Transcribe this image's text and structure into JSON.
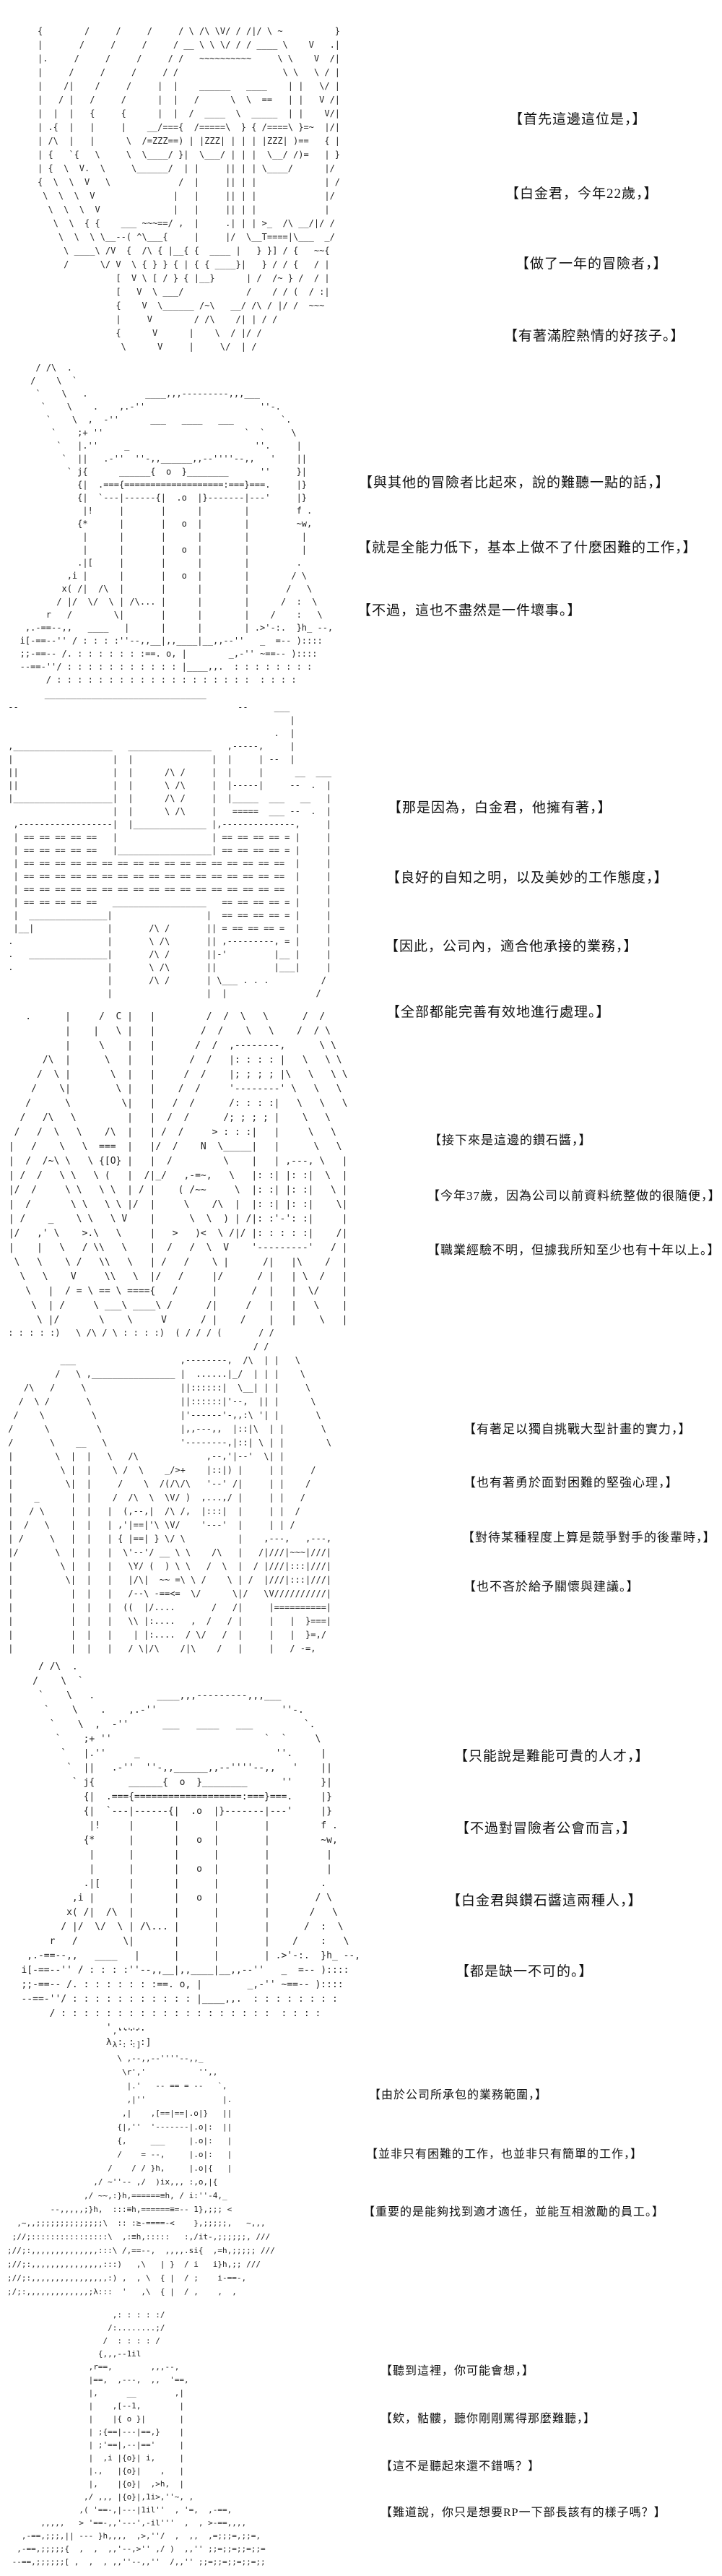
{
  "page": {
    "background": "#ffffff",
    "ink": "#232323",
    "caption_color": "#111111"
  },
  "panels": [
    {
      "name": "platinum-kun-portrait",
      "art": "{        /     /     /     / \\ /\\ \\V/ / /|/ \\ ~          }\n|       /     /     /     / __ \\ \\ \\/ / / ____ \\    V   .|\n|.     /     /     /     / /   ~~~~~~~~~~     \\ \\    V  /|\n|     /     /     /     / /                    \\ \\   \\ / |\n|    /|    /     /     |  |    ______   ____    | |   \\/ |\n|   / |   /     /      |  |   /      \\  \\  ==   | |   V /|\n|  |  |   {     {      |  |  /  ____  \\  _____  | |    V/|\n| .{  |   |     |    __/==={  /=====\\  } { /====\\ }=~  |/|\n| /\\  |   |      \\  /=ZZZ==) | |ZZZ| | | | |ZZZ| )==   { |\n| {   `{   \\     \\  \\____/ }|  \\___/ | | |  \\__/ /)=   | }\n| {  \\  V.  \\     \\______/  | |     || | | \\____/      |/\n{  \\  \\  V   \\             /  |     || | |             | /\n \\  \\  \\  V               |   |     || | |             |/\n  \\  \\  \\  V              |   |     || | |             |\n   \\  \\  { {    ___ ~~~==/ ,  |     .| | | >_  /\\ __/|/ /\n    \\  \\  \\ \\__--( ^\\___{     |     |/  \\__T====|\\___  _/\n     \\ ____\\ /V  {  /\\ { |__{ {  ____ |   } }] / {   ~~{\n     /      \\/ V  \\ { } } { | { { ____}|   } / / {   / |\n               [  V \\ [ / } { |__}      | /  /~ } /  / |\n               [   V  \\ ___/            /    / / (  / :|\n               {    V  \\______ /~\\   __/ /\\ / |/ /  ~~~\n               |     V        / /\\    /| | / /\n               {      V      |    \\  / |/ /\n                \\      V     |     \\/  | /",
      "captions": [
        "【首先這邊這位是，】",
        "【白金君，今年22歲，】",
        "【做了一年的冒險者，】",
        "【有著滿腔熱情的好孩子。】"
      ]
    },
    {
      "name": "crusader-helmet",
      "art": "      / /\\  .\n     /    \\  `\n      `    \\   .           ____,,,---------,,,___\n       `    \\    .    ,.-''                      ''-.\n        `    \\  ,  -''      ___   ____   ___         `.\n         `    ;+ ''                           `  `     \\\n          `   |.''     _                        ''.     |\n           `  ||   .-''  ''-,,______,,--''''--,,   '    ||\n            ` j{      ______{  o  }________      ''     }|\n              {|  .==={===================:===}===.     |}\n              {|  `---|------{|  .o  |}-------|---'     |}\n               |!     |       |      |        |         f .\n              {*      |       |   o  |        |         ~w,\n               |      |       |      |        |          |\n               |      |       |   o  |        |          |\n              .|[     |       |      |        |         .\n            ,i |      |       |   o  |        |        / \\\n           x( /|  /\\  |       |      |        |       /   \\\n          / |/  \\/  \\ | /\\... |      |        |      /  :  \\\n        r   /        \\|       |      |        |    /    :   \\\n    ,.-==--,,   ____   |      |      |        | .>'-:.  }h_ --,\n   i[-==--'' / : : : :''--,,__|,,____|__,,--''   _  =-- )::::\n   ;;-==-- /. : : : : : : :==. o, |        _,-'' ~==-- )::::\n   --==-''/ : : : : : : : : : : : |____,,.  : : : : : : : :\n        / : : : : : : : : : : : : : : : : : : :  : : : :",
      "captions": [
        "【與其他的冒險者比起來，說的難聽一點的話，】",
        "【就是全能力低下，基本上做不了什麼困難的工作，】",
        "【不過，這也不盡然是一件壞事。】"
      ]
    },
    {
      "name": "office-structure",
      "art": "        _______________________________\n --                                          --     ___\n                                                       |\n                                                    .  |\n ,___________________   ________________   ,-----,     |\n |                   |  |               |  |     | --  |\n ||                  |  |      /\\ /     |  |     |      __  ___\n ||                  |  |      \\ /\\     |  |-----|     --  .  |\n |___________________|  |      /\\ /     |  |_____  ___   __   |\n                     |  |      \\ /\\     |   =====  ___ --  .  |\n  ,------------------|  |______________ |,--------------,     |\n  | == == == == ==   |                  | == == == == = |     |\n  | == == == == ==   |__________________| == == == == = |     |\n  | == == == == == == == == == == == == == == == == ==  |     |\n  | == == == == == == == == == == == == == == == == ==  |     |\n  | == == == == == == == == == == == == == == == == ==  |     |\n  | == == == == ==   __________________   == == == == = |     |\n  |  _______________|                  |  == == == == = |     |\n  |__|              |       /\\ /       || = == == == =  |     |\n .                  |       \\ /\\       || ,---------, = |     |\n .   _______________|       /\\ /       ||-'         |__ |     |\n .                  |       \\ /\\       ||           |___|     |\n                    |       /\\ /       | \\___ . . .          /\n                    |                  |  |                 /",
      "captions": [
        "【那是因為，白金君，他擁有著，】",
        "【良好的自知之明，以及美妙的工作態度，】",
        "【因此，公司內，適合他承接的業務，】",
        "【全部都能完善有效地進行處理。】"
      ]
    },
    {
      "name": "diamond-chan-portrait",
      "art": "    .      |     /  C |   |         /  /  \\   \\      /  /\n           |    |   \\ |   |        /  /    \\   \\    /  / \\\n           |     \\    |   |       /  /  ,--------,      \\ \\\n       /\\  |      \\   |   |      /  /   |: : : : |   \\   \\ \\\n      /  \\ |       \\  |   |     /  /    |; ; ; ; |\\   \\   \\ \\\n     /    \\|        \\ |   |    /  /     '--------' \\   \\   \\\n    /      \\         \\|   |   /  /      /: : : :|   \\   \\   \\\n   /   /\\   \\         |   |  /  /      /; ; ; ; |    \\   \\\n  /   /  \\   \\    /\\  |   | /  /     > : : :|   |     \\   \\\n |   /    \\   \\  ===  |   |/  /    N  \\_____|   |      \\   \\\n |  /  /~\\ \\   \\ {[O} |   |  /         \\    |   | ,---, \\   |\n | /  /   \\ \\   \\ (   |  /|_/   ,-=~,   \\   |: :| |: :|  \\  |\n |/  /     \\ \\   \\ \\  | / |    ( /~~     \\  |: :| |: :|   \\ |\n |  /       \\ \\   \\ \\ |/  |     \\    /\\  |  |: :| |: :|    \\|\n | /    _    \\ \\   \\ V    |      \\  \\  ) | /|: :'-': :|     |\n |/   ,' \\    >.\\   \\     |   >   )<  \\ /|/ |: : : : :|    /|\n |    |   \\   / \\\\   \\    |  /   /  \\  V    '---------'   / |\n  \\   \\    \\ /   \\\\   \\   | /   /    \\ |      /|   |\\    /  |\n   \\   \\    V     \\\\   \\  |/   /     |/      / |   | \\  /   |\n    \\   |  / = \\ == \\ ===={   /      |      /  |   |  \\/    |\n     \\  | /     \\ ___\\ ____\\ /      /|     /   |   |   \\    |\n      \\ |/       \\    \\     V      / |    /    |   |    \\   |",
      "captions": [
        "【接下來是這邊的鑽石醬，】",
        "【今年37歲，因為公司以前資料統整做的很隨便，】",
        "【職業經驗不明，但據我所知至少也有十年以上。】"
      ]
    },
    {
      "name": "diamond-chan-scene",
      "art": " : : : : :)   \\ /\\ / \\ : : : :)  ( / / / (       / /\n                                                / /\n           ___                    ,--------,  /\\  | |   \\\n          /   \\ ,________________ |  ......|_/  | | |    \\\n    /\\   /     \\                  ||::::::|  \\__| | |     \\\n   /  \\ /       \\                 ||::::::|'--,  || |      \\\n  /    \\         \\                |'------'-,,:\\ '| |       \\\n /      \\         \\               |,,---,,  |::|\\  | |       \\\n /       \\    __   \\              '--------,|::| \\ | |        \\\n |        \\  |  |   \\   /\\             ,--,'|--'  \\| |\n |         \\ |  |    \\ /  \\    _/>+    |::|) |     | |     /\n |          \\|  |     /    \\  /(/\\/\\   '--' /|     | |    /\n |    _      |  |    /  /\\  \\  \\V/ )  ,...,/ |     | |   /\n |   / \\     |  |   |  (,--,|  /\\ /,  |:::|  |     | |  /\n |  /   \\    |  |   | ,'|==|'\\ \\V/    '---'  |     | | /\n | /     \\   |  |   | { |==| } \\/ \\          |    ,---,   ,---,\n |/       \\  |  |   |  \\'--'/ __ \\ \\    /\\   |   /|///|~~~|///|\n |         \\ |  |   |   \\Y/ (  ) \\ \\   /  \\  |  / |///|:::|///|\n |          \\|  |   |   |/\\|  ~~ =\\ \\ /    \\ | /  |///|:::|///|\n |           |  |   |   /--\\ -==<=  \\/      \\|/   \\V//////////|\n |           |  |   |  ((  |/....       /   /|     |==========|\n |           |  |   |   \\\\ |:....   ,  /   / |     |   |  }===|\n |           |  |   |    | |:....  / \\/   /  |     |   |  }=,/\n |           |  |   |   / \\|/\\    /|\\    /   |     |   / -=,",
      "captions": [
        "【有著足以獨自挑戰大型計畫的實力，】",
        "【也有著勇於面對困難的堅強心理，】",
        "【對待某種程度上算是競爭對手的後輩時，】",
        "【也不吝於給予關懷與建議。】"
      ]
    },
    {
      "name": "crusader-helmet-2",
      "art": "      / /\\  .\n     /    \\  `\n      `    \\   .           ____,,,---------,,,___\n       `    \\    .    ,.-''                      ''-.\n        `    \\  ,  -''      ___   ____   ___         `.\n         `    ;+ ''                           `  `     \\\n          `   |.''     _                        ''.     |\n           `  ||   .-''  ''-,,______,,--''''--,,   '    ||\n            ` j{      ______{  o  }________      ''     }|\n              {|  .==={===================:===}===.     |}\n              {|  `---|------{|  .o  |}-------|---'     |}\n               |!     |       |      |        |         f .\n              {*      |       |   o  |        |         ~w,\n               |      |       |      |        |          |\n               |      |       |   o  |        |          |\n              .|[     |       |      |        |         .\n            ,i |      |       |   o  |        |        / \\\n           x( /|  /\\  |       |      |        |       /   \\\n          / |/  \\/  \\ | /\\... |      |        |      /  :  \\\n        r   /        \\|       |      |        |    /    :   \\\n    ,.-==--,,   ____   |      |      |        | .>'-:.  }h_ --,\n   i[-==--'' / : : : :''--,,__|,,____|__,,--''   _  =-- )::::\n   ;;-==-- /. : : : : : : :==. o, |        _,-'' ~==-- )::::\n   --==-''/ : : : : : : : : : : : |____,,.  : : : : : : : :\n        / : : : : : : : : : : : : : : : : : : :  : : : :\n                  ' .....\n                  λ : : :]",
      "captions": [
        "【只能說是難能可貴的人才，】",
        "【不過對冒險者公會而言，】",
        "【白金君與鑽石醬這兩種人，】",
        "【都是缺一不可的。】"
      ]
    },
    {
      "name": "knight-seated",
      "art": "                      ,'''''\n                      λ : :]\n                       \\ ,--,,--''''--,,_\n                        \\r','           '',,\n                         |.'   -- == = --   `,\n                         ,|''                |.\n                        ,|    ,[==|==|.o|}   ||\n                       {|,''  '-------|.o|:  ||\n                       {,     ___     |.o|:   |\n                       /    = --,     |.o|:   |\n                     /    / / }h,     |.o|{   |\n                  ,/ ~''-- ,/  )ix,,, :,o,|{\n                ,/ ~~,:}h,======≡h, / i:''-4,_\n         --,,,,,;}h,  :::≡h,======≡=-- 1},;;; <\n  ,~,,;;;;;;;;;;;;;;\\  :: :≥-====-<    },;;;;;,   ~,,,\n ;//;::::::::::::::::\\  ,:≡h,:::::   :,/it-,;;;;;;, ///\n;//;:,,,,,,,,,,,,,,:::\\ /,==--,  ,,,,.si{  ,=h,;;;;; ///\n;//;:,,,,,,,,,,,,,,,:::)   ,\\   | }  / i   i}h,;; ///\n;//;:,,,,,,,,,,,,,,,,:) ,  , \\  { |  / ;    i-==-,\n;/;:,,,,,,,,,,,,,;λ:::  '   ,\\  { |  / ,    ,  ,",
      "captions": [
        "【由於公司所承包的業務範圍，】",
        "【並非只有困難的工作，也並非只有簡單的工作，】",
        "【重要的是能夠找到適才適任，並能互相激勵的員工。】"
      ]
    },
    {
      "name": "knight-closeup",
      "art": "                      ,: : : : :/\n                     /:........;/\n                    /  : : : : /\n                   {,,,--1il\n                 ,r==,        ,,,--,\n                 |==,  ,---,  ,,  '==,\n                 |,      __        ,|\n                 |    ,[--1,        |\n                 |    |{ o }|       |\n                 | ;{==|---|==,}    |\n                 | ;'==|,--|=='     |\n                 |  ,i |{o}| i,     |\n                 |.,   |{o}|    ,   |\n                 |,    |{o}|  ,>h,  |\n                ,/ ,,, |{o}|,1i>,''~, ,\n               ,( '==-,|---|1il''  , '=,  ,-==,\n       ,,,,,   > '==-,,'---',-il'''  ,  , >-==,,,,\n   ,-==,;;;,|| --- }h,,,,  ,>,''/  ,  ,,  ,=;;;=,;;=,\n  ,-==,;;;;;{  ,  ,  ,,'--,>'' ,/ )  ,,'' ;;=;;=;;=;;=\n --==,;;;;;;[ ,  ,  , ,,''--,,''  /,,'' ;;=;;=;;=;;=;;",
      "captions": [
        "【聽到這裡，你可能會想，】",
        "【欸，骷髏，聽你剛剛罵得那麼難聽，】",
        "【這不是聽起來還不錯嗎？】",
        "【難道說，你只是想要RP一下部長該有的樣子嗎？】"
      ]
    }
  ]
}
